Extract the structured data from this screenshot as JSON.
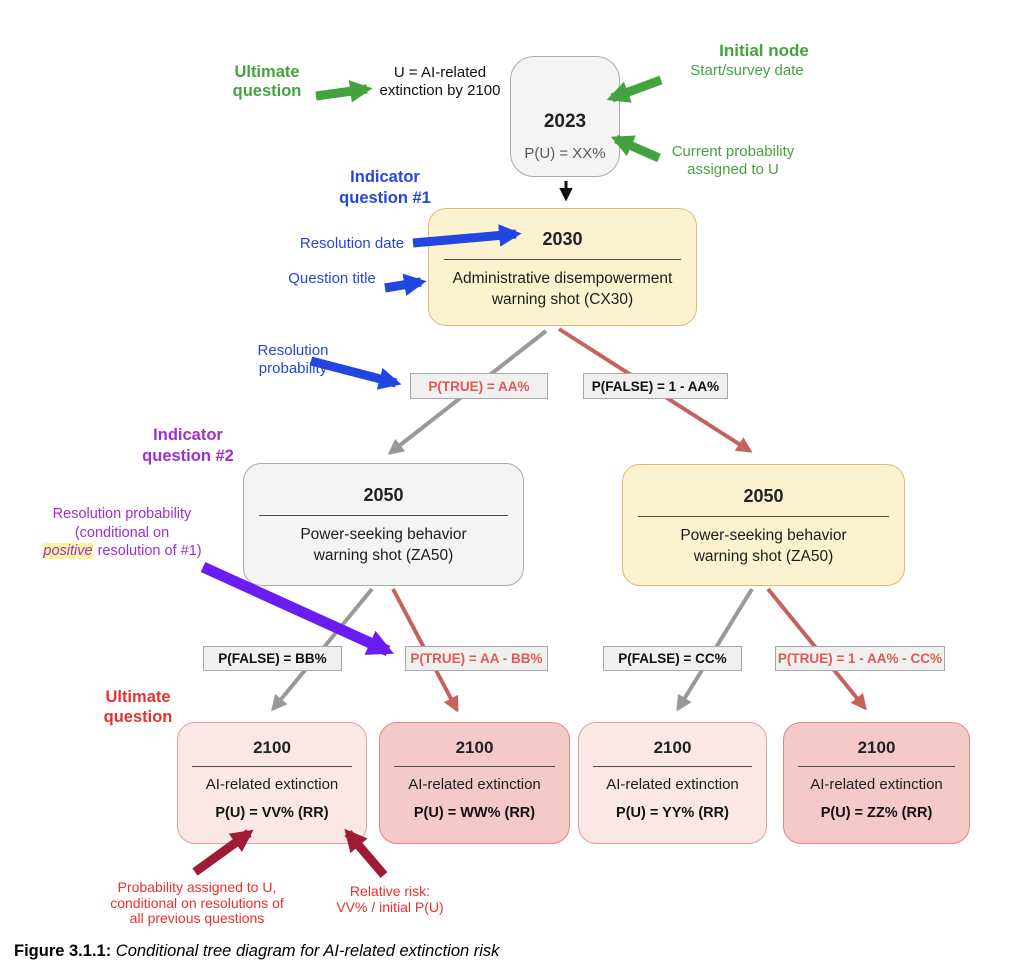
{
  "colors": {
    "green": "#44a33f",
    "blue": "#2446e0",
    "purple_text": "#9e2fd0",
    "purple_arrow": "#6a1df2",
    "red_text": "#e8312f",
    "label_red": "#e05a52",
    "edge_red": "#c4635d",
    "edge_gray": "#999999",
    "maroon": "#9e1b33",
    "black_text": "#1c1c1c",
    "gray_text": "#595959",
    "node_gray_bg": "#f4f4f4",
    "node_gray_border": "#ababab",
    "node_yellow_bg": "#fdf2cf",
    "node_yellow_border": "#dcbe77",
    "node_pink_light_bg": "#fae7e6",
    "node_pink_light_border": "#e0a19d",
    "node_pink_bg": "#f5c9c8",
    "node_pink_border": "#da8a85",
    "label_box_bg": "#f0f0f0",
    "label_box_border": "#a8a8a8",
    "highlight_yellow": "#faf49f"
  },
  "annotations": {
    "ultimate_top": {
      "line1": "Ultimate",
      "line2": "question"
    },
    "u_definition": {
      "line1": "U = AI-related",
      "line2": "extinction by 2100"
    },
    "initial_node": {
      "title": "Initial node",
      "start_date": "Start/survey date",
      "current_prob_line1": "Current probability",
      "current_prob_line2": "assigned to U"
    },
    "indicator1": {
      "line1": "Indicator",
      "line2": "question #1",
      "resolution_date": "Resolution date",
      "question_title": "Question title",
      "res_prob_line1": "Resolution",
      "res_prob_line2": "probability"
    },
    "indicator2": {
      "line1": "Indicator",
      "line2": "question #2",
      "cond_line1": "Resolution probability",
      "cond_line2": "(conditional on",
      "cond_line3_highlight": "positive",
      "cond_line3_rest": " resolution of #1)"
    },
    "ultimate_bottom": {
      "line1": "Ultimate",
      "line2": "question"
    },
    "prob_assigned": {
      "line1": "Probability assigned to U,",
      "line2": "conditional on resolutions of",
      "line3": "all previous questions"
    },
    "relative_risk": {
      "line1": "Relative risk:",
      "line2": "VV% / initial P(U)"
    }
  },
  "nodes": {
    "n2023": {
      "year": "2023",
      "prob": "P(U) = XX%"
    },
    "n2030": {
      "year": "2030",
      "title_line1": "Administrative disempowerment",
      "title_line2": "warning shot (CX30)"
    },
    "n2050_left": {
      "year": "2050",
      "title_line1": "Power-seeking behavior",
      "title_line2": "warning shot (ZA50)"
    },
    "n2050_right": {
      "year": "2050",
      "title_line1": "Power-seeking behavior",
      "title_line2": "warning shot (ZA50)"
    },
    "n2100_1": {
      "year": "2100",
      "title": "AI-related extinction",
      "prob": "P(U) = VV% (RR)"
    },
    "n2100_2": {
      "year": "2100",
      "title": "AI-related extinction",
      "prob": "P(U) = WW% (RR)"
    },
    "n2100_3": {
      "year": "2100",
      "title": "AI-related extinction",
      "prob": "P(U) = YY% (RR)"
    },
    "n2100_4": {
      "year": "2100",
      "title": "AI-related extinction",
      "prob": "P(U) = ZZ% (RR)"
    }
  },
  "edge_labels": {
    "true_aa": "P(TRUE) = AA%",
    "false_1_aa": "P(FALSE) = 1 - AA%",
    "false_bb": "P(FALSE) = BB%",
    "true_aa_bb": "P(TRUE) = AA - BB%",
    "false_cc": "P(FALSE) = CC%",
    "true_1_aa_cc": "P(TRUE) = 1 - AA% - CC%"
  },
  "caption": {
    "prefix": "Figure 3.1.1:",
    "text": " Conditional tree diagram for AI-related extinction risk"
  }
}
